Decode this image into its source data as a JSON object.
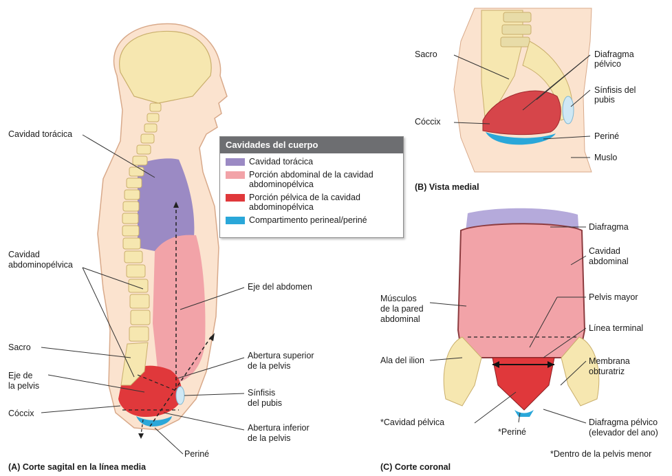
{
  "colors": {
    "thoracic": "#9b8ac4",
    "abdominal": "#f2a3a8",
    "pelvic": "#e0383b",
    "perineal": "#2aa7d9",
    "bone": "#f6e7b0",
    "skin": "#fbe3cf",
    "legend_header": "#6d6e71"
  },
  "panel_a": {
    "caption": "(A) Corte sagital en la línea media",
    "labels": {
      "cavidad_toracica": "Cavidad torácica",
      "cavidad_abdominopelvica_1": "Cavidad",
      "cavidad_abdominopelvica_2": "abdominopélvica",
      "sacro": "Sacro",
      "eje_pelvis_1": "Eje de",
      "eje_pelvis_2": "la pelvis",
      "coccix": "Cóccix",
      "eje_abdomen": "Eje del abdomen",
      "abertura_superior_1": "Abertura superior",
      "abertura_superior_2": "de la pelvis",
      "sinfisis_1": "Sínfisis",
      "sinfisis_2": "del pubis",
      "abertura_inferior_1": "Abertura inferior",
      "abertura_inferior_2": "de la pelvis",
      "perine": "Periné"
    }
  },
  "legend": {
    "title": "Cavidades del cuerpo",
    "items": [
      {
        "label": "Cavidad torácica"
      },
      {
        "label": "Porción abdominal de la cavidad abdominopélvica"
      },
      {
        "label": "Porción pélvica de la cavidad abdominopélvica"
      },
      {
        "label": "Compartimento perineal/periné"
      }
    ]
  },
  "panel_b": {
    "caption": "(B) Vista medial",
    "labels": {
      "sacro": "Sacro",
      "coccix": "Cóccix",
      "diafragma_pelvico_1": "Diafragma",
      "diafragma_pelvico_2": "pélvico",
      "sinfisis_1": "Sínfisis del",
      "sinfisis_2": "pubis",
      "perine": "Periné",
      "muslo": "Muslo"
    }
  },
  "panel_c": {
    "caption": "(C) Corte coronal",
    "footnote": "*Dentro de la pelvis menor",
    "labels": {
      "diafragma": "Diafragma",
      "cavidad_abdominal_1": "Cavidad",
      "cavidad_abdominal_2": "abdominal",
      "musculos_1": "Músculos",
      "musculos_2": "de la pared",
      "musculos_3": "abdominal",
      "pelvis_mayor": "Pelvis mayor",
      "linea_terminal": "Línea terminal",
      "ala_ilion": "Ala del ilion",
      "membrana_1": "Membrana",
      "membrana_2": "obturatriz",
      "cavidad_pelvica": "*Cavidad pélvica",
      "perine": "*Periné",
      "diafragma_pelvico_1": "Diafragma pélvico",
      "diafragma_pelvico_2": "(elevador del ano)"
    }
  }
}
